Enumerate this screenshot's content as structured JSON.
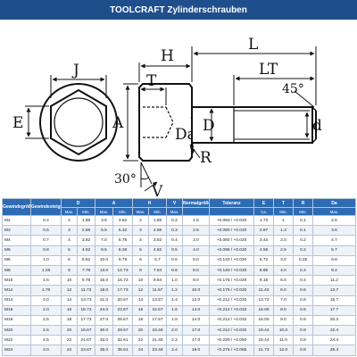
{
  "title": "TOOLCRAFT Zylinderschrauben",
  "drawing": {
    "labels": {
      "J": "J",
      "H": "H",
      "T": "T",
      "L": "L",
      "LT": "LT",
      "angle45": "45°",
      "E": "E",
      "A": "A",
      "Da": "Da",
      "D": "D",
      "d": "d",
      "R": "R",
      "angle30": "30°",
      "V": "V"
    }
  },
  "table": {
    "headers": {
      "size": "Gewindegröße",
      "pitch": "Gewindesteigung",
      "D": "D",
      "A": "A",
      "H": "H",
      "V": "V",
      "nominal": "Normalgröße",
      "tolerance": "Toleranz",
      "E": "E",
      "T": "T",
      "R": "R",
      "Da": "Da"
    },
    "subheaders": {
      "max": "Max.",
      "min": "Min.",
      "max2": "Max.",
      "min2": "Min.",
      "max3": "Max.",
      "min3": "Min.",
      "V": "Max.",
      "E": "Ca.",
      "T": "Min.",
      "R": "Min.",
      "Da": "Max."
    },
    "rows": [
      [
        "M2",
        "0.4",
        "2",
        "1.86",
        "3.8",
        "3.62",
        "2",
        "1.86",
        "0.2",
        "1.5",
        "+0.060 / +0.020",
        "1.73",
        "1",
        "0.1",
        "2.6"
      ],
      [
        "M3",
        "0.5",
        "3",
        "2.86",
        "5.5",
        "5.32",
        "3",
        "2.86",
        "0.3",
        "2.5",
        "+0.080 / +0.020",
        "2.87",
        "1.3",
        "0.1",
        "3.6"
      ],
      [
        "M4",
        "0.7",
        "4",
        "3.82",
        "7.0",
        "6.78",
        "4",
        "3.82",
        "0.4",
        "3.0",
        "+0.080 / +0.020",
        "3.44",
        "2.0",
        "0.2",
        "4.7"
      ],
      [
        "M5",
        "0.8",
        "5",
        "4.82",
        "8.5",
        "8.28",
        "5",
        "4.82",
        "0.5",
        "4.0",
        "+0.095 / +0.020",
        "4.58",
        "2.5",
        "0.2",
        "5.7"
      ],
      [
        "M6",
        "1.0",
        "6",
        "5.82",
        "10.0",
        "9.78",
        "6",
        "5.7",
        "0.6",
        "5.0",
        "+0.140 / +0.020",
        "5.72",
        "3.0",
        "0.25",
        "6.8"
      ],
      [
        "M8",
        "1.25",
        "8",
        "7.78",
        "13.0",
        "12.73",
        "8",
        "7.64",
        "0.8",
        "6.0",
        "+0.140 / +0.020",
        "6.86",
        "4.0",
        "0.4",
        "9.2"
      ],
      [
        "M10",
        "1.5",
        "10",
        "9.78",
        "16.0",
        "15.73",
        "10",
        "9.64",
        "1.0",
        "8.0",
        "+0.175 / +0.020",
        "9.15",
        "5.0",
        "0.4",
        "11.2"
      ],
      [
        "M12",
        "1.75",
        "12",
        "11.73",
        "18.0",
        "17.73",
        "12",
        "11.57",
        "1.2",
        "10.0",
        "+0.175 / +0.020",
        "11.43",
        "6.0",
        "0.6",
        "13.7"
      ],
      [
        "M14",
        "2.0",
        "14",
        "13.73",
        "21.0",
        "20.67",
        "14",
        "13.57",
        "1.4",
        "12.0",
        "+0.212 / +0.032",
        "13.72",
        "7.0",
        "0.6",
        "15.7"
      ],
      [
        "M16",
        "2.0",
        "16",
        "15.73",
        "24.0",
        "23.67",
        "16",
        "15.57",
        "1.6",
        "14.0",
        "+0.212 / +0.032",
        "16.00",
        "8.0",
        "0.6",
        "17.7"
      ],
      [
        "M18",
        "2.5",
        "18",
        "17.73",
        "27.0",
        "26.67",
        "18",
        "17.57",
        "1.8",
        "14.0",
        "+0.212 / +0.032",
        "16.00",
        "9.0",
        "0.6",
        "20.2"
      ],
      [
        "M20",
        "2.5",
        "20",
        "19.67",
        "30.0",
        "29.67",
        "20",
        "19.48",
        "2.0",
        "17.0",
        "+0.212 / +0.032",
        "19.44",
        "10.0",
        "0.8",
        "22.4"
      ],
      [
        "M22",
        "2.5",
        "22",
        "21.67",
        "33.0",
        "32.61",
        "22",
        "21.48",
        "2.2",
        "17.0",
        "+0.230 / +0.050",
        "19.44",
        "11.0",
        "0.8",
        "24.4"
      ],
      [
        "M24",
        "3.0",
        "24",
        "23.67",
        "36.0",
        "35.61",
        "24",
        "23.48",
        "2.4",
        "19.0",
        "+0.275 / +0.065",
        "21.73",
        "12.0",
        "0.8",
        "26.4"
      ]
    ]
  },
  "colors": {
    "title_bg": "#1f4e8c",
    "header_bg": "#2d6bb5",
    "row_alt": "#eef3f9"
  }
}
